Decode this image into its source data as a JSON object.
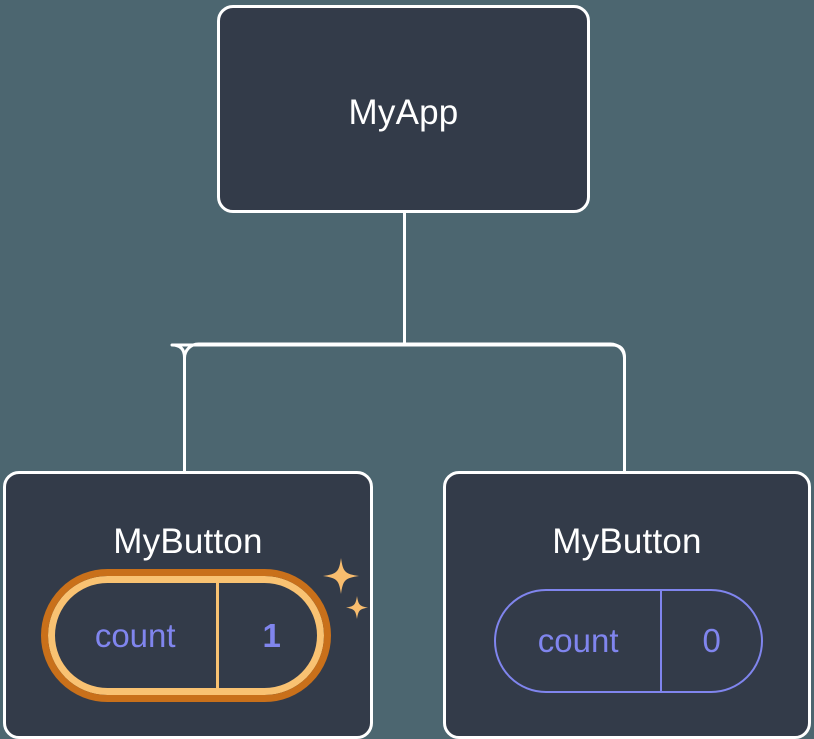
{
  "diagram": {
    "type": "component-tree",
    "title_node": "MyApp",
    "background_color": "#4c6670",
    "node_fill_color": "#333b49",
    "node_border_color": "#ffffff",
    "accent_highlight_outer": "#c9701a",
    "accent_highlight_inner": "#f9c272",
    "state_text_color": "#8085ee",
    "sparkle_color": "#f9bd6e"
  },
  "nodes": {
    "root": {
      "label": "MyApp"
    },
    "child_left": {
      "label": "MyButton",
      "state": {
        "key": "count",
        "value": "1",
        "highlighted": true
      }
    },
    "child_right": {
      "label": "MyButton",
      "state": {
        "key": "count",
        "value": "0",
        "highlighted": false
      }
    }
  },
  "icons": {
    "sparkle_large": "sparkle-icon",
    "sparkle_small": "sparkle-icon"
  }
}
